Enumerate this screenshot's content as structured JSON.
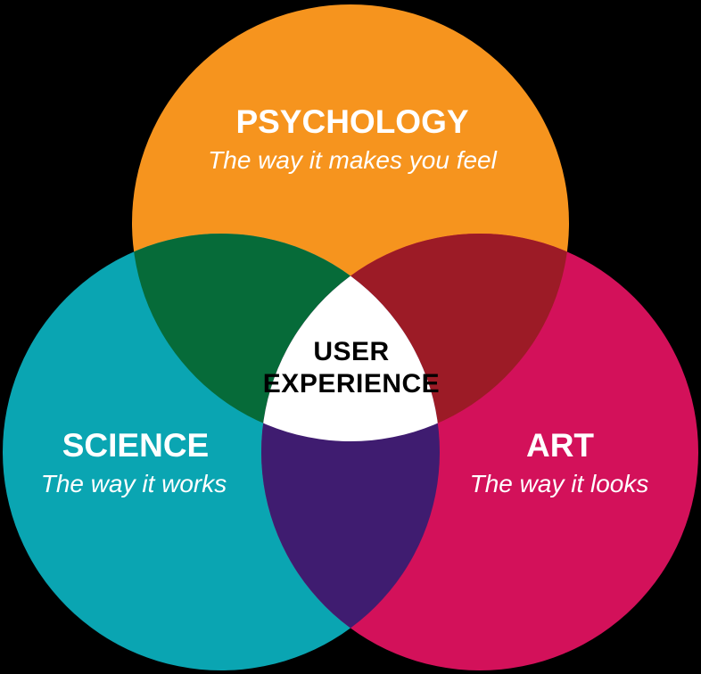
{
  "diagram": {
    "name": "user-experience-venn-diagram",
    "background_color": "#000000",
    "label_color": "#FFFFFF",
    "circles": {
      "psychology": {
        "label": "PSYCHOLOGY",
        "subtitle": "The way it makes you feel",
        "color": "#F6941E"
      },
      "science": {
        "label": "SCIENCE",
        "subtitle": "The way it works",
        "color": "#0AA5B2"
      },
      "art": {
        "label": "ART",
        "subtitle": "The way it looks",
        "color": "#D3115A"
      }
    },
    "overlaps": {
      "psychology_science": {
        "color": "#066B39"
      },
      "psychology_art": {
        "color": "#9C1B26"
      },
      "science_art": {
        "color": "#3F1C70"
      }
    },
    "center": {
      "line1": "USER",
      "line2": "EXPERIENCE",
      "fill": "#FFFFFF",
      "text_color": "#000000"
    }
  }
}
